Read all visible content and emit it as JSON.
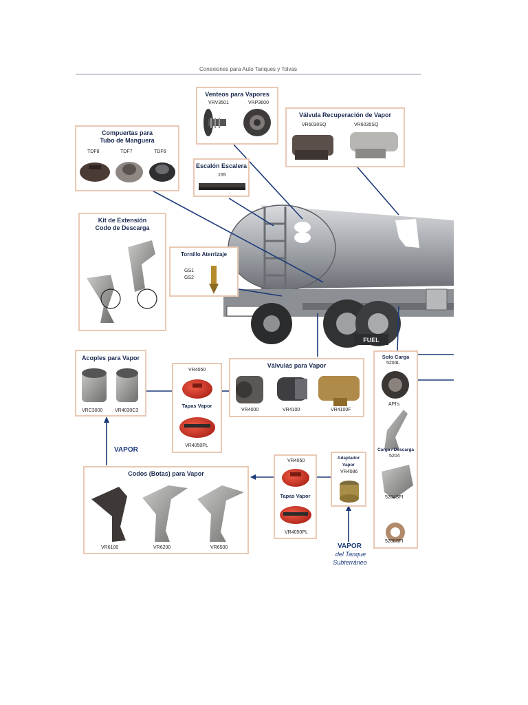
{
  "header": "Conexiones para Auto Tanques y Tolvas",
  "boxes": {
    "venteos": {
      "title": "Venteos para Vapores",
      "items": [
        "VRV3501",
        "VRP3600"
      ]
    },
    "recuperacion": {
      "title": "Válvula Recuperación de Vapor",
      "items": [
        "VR6030SQ",
        "VR6035SQ"
      ]
    },
    "compuertas": {
      "title_1": "Compuertas para",
      "title_2": "Tubo de Manguera",
      "items": [
        "TDF8",
        "TDF7",
        "TDF6"
      ]
    },
    "escalon": {
      "title": "Escalón Escalera",
      "items": [
        "155"
      ]
    },
    "kit": {
      "title_1": "Kit de Extensión",
      "title_2": "Codo de Descarga"
    },
    "tornillo": {
      "title": "Tornillo Aterrizaje",
      "items": [
        "GS1",
        "GS2"
      ]
    },
    "acoples": {
      "title": "Acoples para Vapor",
      "items": [
        "VRC3000",
        "VR4030C3"
      ]
    },
    "tapas_top": {
      "code_top": "VR4050",
      "title": "Tapas Vapor",
      "code_bottom": "VR4050PL"
    },
    "valvulas": {
      "title": "Válvulas para Vapor",
      "items": [
        "VR4000",
        "VR4100",
        "VR4100F"
      ]
    },
    "carga": {
      "title_1": "Solo Carga",
      "title_2": "5204L",
      "items": [
        "API's",
        "Carga / Descarga",
        "5204",
        "5204SFI",
        "5200SFI"
      ]
    },
    "codos": {
      "title": "Codos (Botas) para Vapor",
      "items": [
        "VR6100",
        "VR6200",
        "VR6500"
      ]
    },
    "tapas_bottom": {
      "code_top": "VR4050",
      "title": "Tapas Vapor",
      "code_bottom": "VR4050PL"
    },
    "adaptador": {
      "title_1": "Adaptador",
      "title_2": "Vapor",
      "code": "VR4086"
    }
  },
  "annotations": {
    "vapor_left": "VAPOR",
    "vapor_bottom": "VAPOR",
    "vapor_bottom_sub_1": "del Tanque",
    "vapor_bottom_sub_2": "Subterráneo",
    "truck_fuel": "FUEL"
  },
  "colors": {
    "accent": "#1b3a7a",
    "box_border": "#e9c9b4",
    "cap_red": "#d83a2a"
  }
}
